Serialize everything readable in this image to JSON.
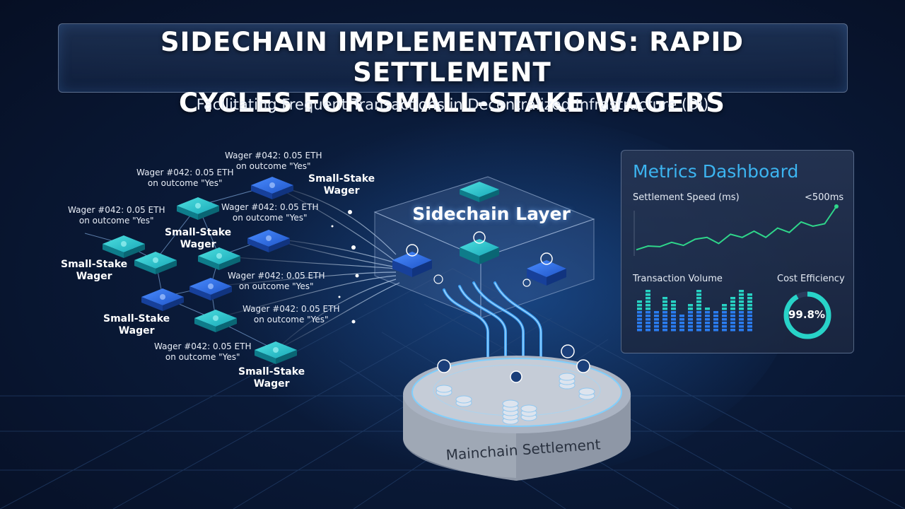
{
  "header": {
    "title_line1": "SIDECHAIN IMPLEMENTATIONS: RAPID SETTLEMENT",
    "title_line2": "CYCLES FOR SMALL-STAKE WAGERS",
    "subtitle": "Facilitating Frequent Transactions in Decentralized Infrastructure (Di)"
  },
  "wager_notes": [
    {
      "line1": "Wager #042: 0.05 ETH",
      "line2": "on outcome \"Yes\""
    },
    {
      "line1": "Wager #042: 0.05 ETH",
      "line2": "on outcome \"Yes\""
    },
    {
      "line1": "Wager #042: 0.05 ETH",
      "line2": "on outcome \"Yes\""
    },
    {
      "line1": "Wager #042: 0.05 ETH",
      "line2": "on outcome \"Yes\""
    },
    {
      "line1": "Wager #042: 0.05 ETH",
      "line2": "on outcome \"Yes\""
    },
    {
      "line1": "Wager #042: 0.05 ETH",
      "line2": "on outcome \"Yes\""
    },
    {
      "line1": "Wager #042: 0.05 ETH",
      "line2": "on outcome \"Yes\""
    }
  ],
  "wager_labels": [
    {
      "line1": "Small-Stake",
      "line2": "Wager"
    },
    {
      "line1": "Small-Stake",
      "line2": "Wager"
    },
    {
      "line1": "Small-Stake",
      "line2": "Wager"
    },
    {
      "line1": "Small-Stake",
      "line2": "Wager"
    },
    {
      "line1": "Small-Stake",
      "line2": "Wager"
    }
  ],
  "sidechain": {
    "label": "Sidechain Layer"
  },
  "mainchain": {
    "label": "Mainchain Settlement"
  },
  "dashboard": {
    "title": "Metrics Dashboard",
    "speed_label": "Settlement Speed (ms)",
    "speed_value": "<500ms",
    "speed_trend": [
      10,
      16,
      15,
      22,
      17,
      27,
      30,
      20,
      35,
      30,
      40,
      30,
      45,
      38,
      55,
      48,
      52,
      80
    ],
    "volume_label": "Transaction Volume",
    "volume_bars": [
      0.75,
      1.0,
      0.55,
      0.85,
      0.8,
      0.45,
      0.7,
      1.0,
      0.6,
      0.5,
      0.7,
      0.85,
      1.0,
      0.9
    ],
    "efficiency_label": "Cost Efficiency",
    "efficiency_value": "99.8%",
    "efficiency_fraction": 0.998
  },
  "colors": {
    "accent": "#3cb4f0",
    "teal_node": "#1fc7c9",
    "blue_node": "#2f6fe0",
    "trend_line": "#2fd68a"
  }
}
